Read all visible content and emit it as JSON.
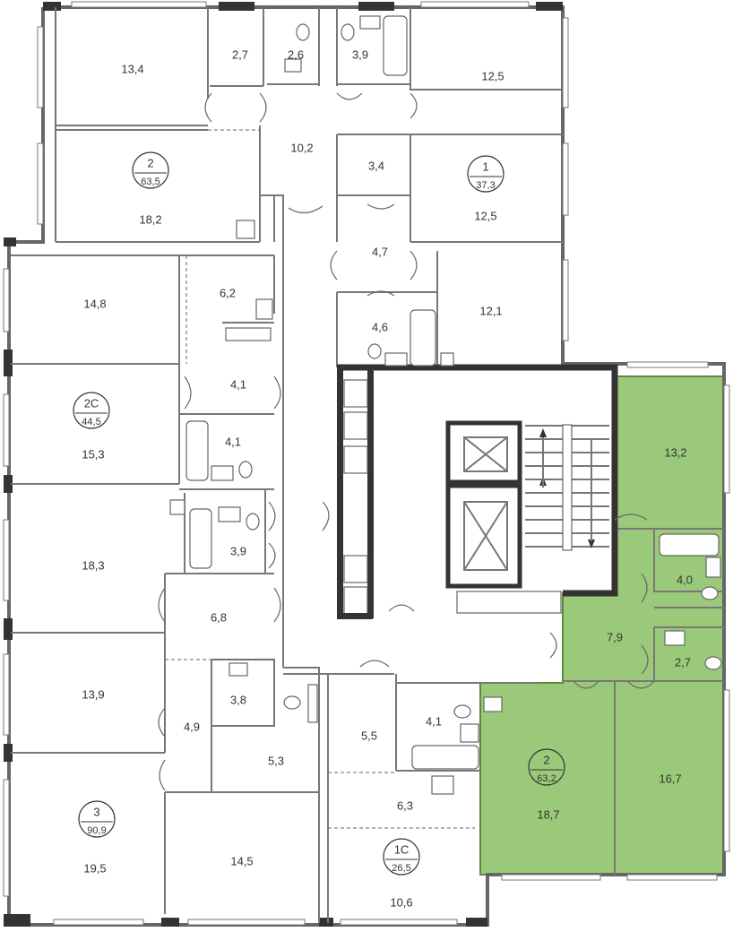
{
  "highlight_color": "#9bc97a",
  "highlight_stroke": "#5a8a3a",
  "rooms": {
    "r13_4": "13,4",
    "r2_7a": "2,7",
    "r2_6": "2,6",
    "r3_9a": "3,9",
    "r12_5a": "12,5",
    "r10_2": "10,2",
    "r18_2": "18,2",
    "r3_4": "3,4",
    "r12_5b": "12,5",
    "r14_8": "14,8",
    "r6_2": "6,2",
    "r4_7": "4,7",
    "r4_6": "4,6",
    "r12_1": "12,1",
    "r4_1a": "4,1",
    "r4_1b": "4,1",
    "r15_3": "15,3",
    "r13_2": "13,2",
    "r18_3": "18,3",
    "r3_9b": "3,9",
    "r4_0": "4,0",
    "r6_8": "6,8",
    "r7_9": "7,9",
    "r2_7b": "2,7",
    "r13_9": "13,9",
    "r3_8": "3,8",
    "r4_9": "4,9",
    "r5_5": "5,5",
    "r4_1c": "4,1",
    "r5_3": "5,3",
    "r6_3": "6,3",
    "r18_7": "18,7",
    "r16_7": "16,7",
    "r19_5": "19,5",
    "r14_5": "14,5",
    "r10_6": "10,6"
  },
  "apartments": [
    {
      "id": "apt-2-top",
      "rooms": "2",
      "area": "63,5"
    },
    {
      "id": "apt-1",
      "rooms": "1",
      "area": "37,3"
    },
    {
      "id": "apt-2c",
      "rooms": "2С",
      "area": "44,5"
    },
    {
      "id": "apt-3",
      "rooms": "3",
      "area": "90,9"
    },
    {
      "id": "apt-1c",
      "rooms": "1С",
      "area": "26,5"
    },
    {
      "id": "apt-2-highlight",
      "rooms": "2",
      "area": "63,2"
    }
  ]
}
